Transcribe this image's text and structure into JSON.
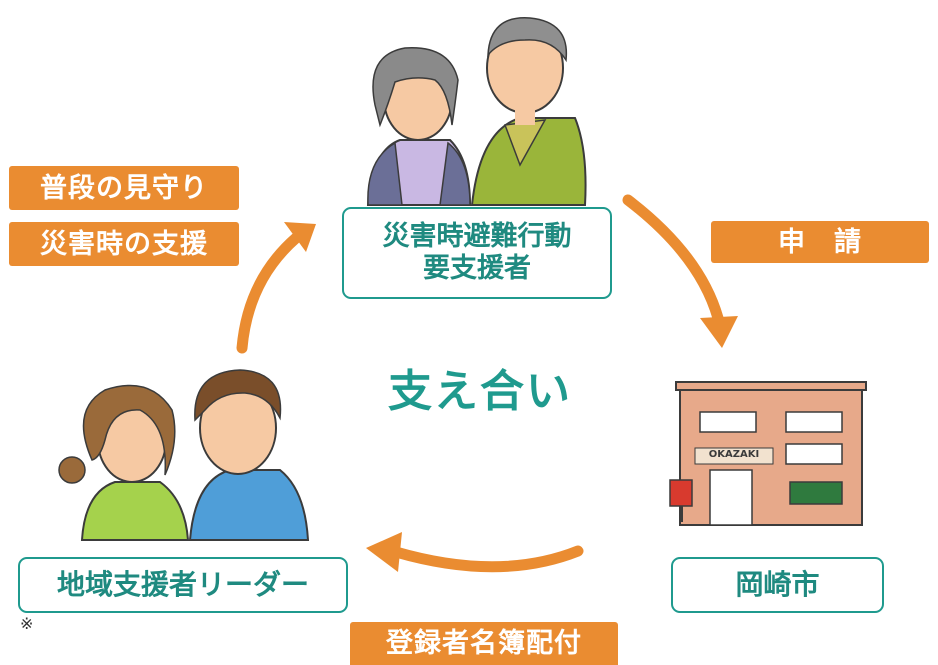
{
  "labels": {
    "normal_watch": "普段の見守り",
    "disaster_support": "災害時の支援",
    "application": "申　請",
    "roster_distribution": "登録者名簿配付"
  },
  "nodes": {
    "elderly_line1": "災害時避難行動",
    "elderly_line2": "要支援者",
    "city": "岡崎市",
    "leader": "地域支援者リーダー"
  },
  "center": "支え合い",
  "building_sign": "OKAZAKI",
  "footnote_mark": "※",
  "colors": {
    "accent": "#ea8c31",
    "teal": "#1f9a8e"
  }
}
